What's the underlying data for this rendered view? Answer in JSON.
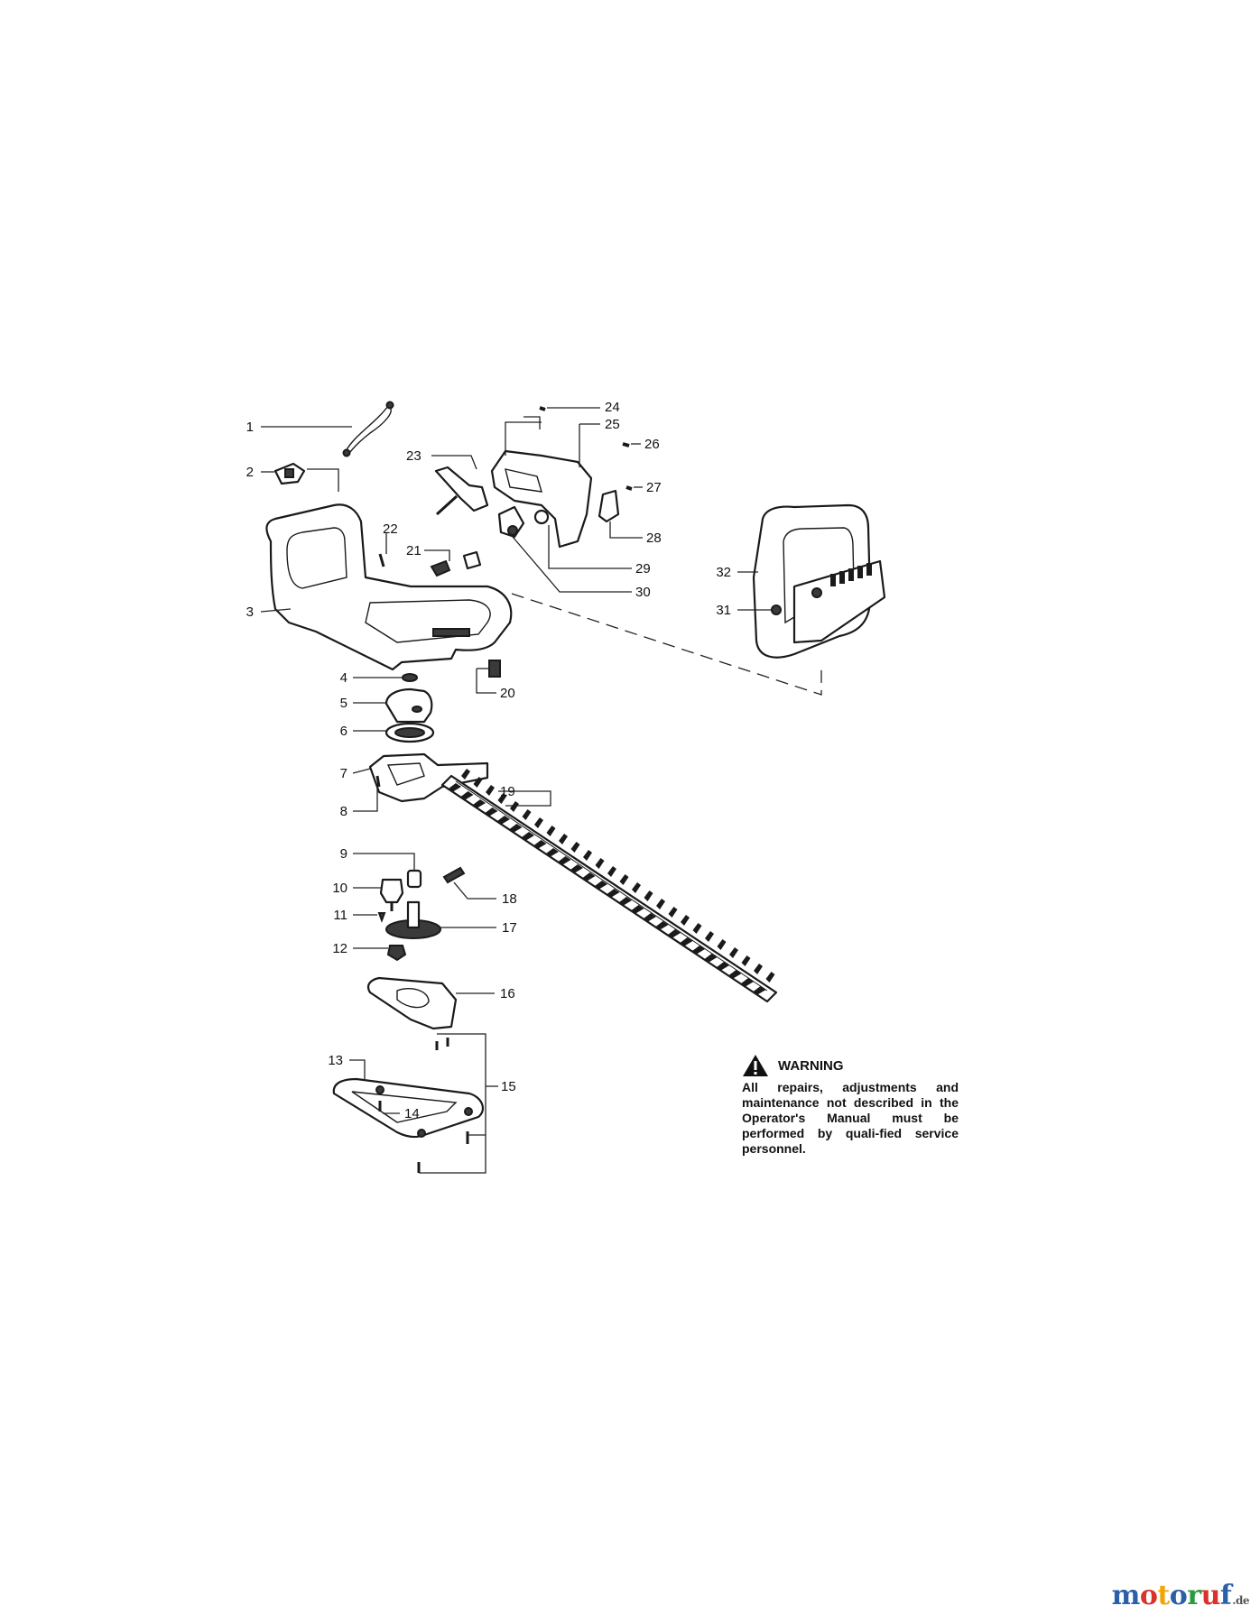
{
  "callouts": [
    {
      "id": "1",
      "label": "1"
    },
    {
      "id": "2",
      "label": "2"
    },
    {
      "id": "3",
      "label": "3"
    },
    {
      "id": "4",
      "label": "4"
    },
    {
      "id": "5",
      "label": "5"
    },
    {
      "id": "6",
      "label": "6"
    },
    {
      "id": "7",
      "label": "7"
    },
    {
      "id": "8",
      "label": "8"
    },
    {
      "id": "9",
      "label": "9"
    },
    {
      "id": "10",
      "label": "10"
    },
    {
      "id": "11",
      "label": "11"
    },
    {
      "id": "12",
      "label": "12"
    },
    {
      "id": "13",
      "label": "13"
    },
    {
      "id": "14",
      "label": "14"
    },
    {
      "id": "15",
      "label": "15"
    },
    {
      "id": "16",
      "label": "16"
    },
    {
      "id": "17",
      "label": "17"
    },
    {
      "id": "18",
      "label": "18"
    },
    {
      "id": "19",
      "label": "19"
    },
    {
      "id": "20",
      "label": "20"
    },
    {
      "id": "21",
      "label": "21"
    },
    {
      "id": "22",
      "label": "22"
    },
    {
      "id": "23",
      "label": "23"
    },
    {
      "id": "24",
      "label": "24"
    },
    {
      "id": "25",
      "label": "25"
    },
    {
      "id": "26",
      "label": "26"
    },
    {
      "id": "27",
      "label": "27"
    },
    {
      "id": "28",
      "label": "28"
    },
    {
      "id": "29",
      "label": "29"
    },
    {
      "id": "30",
      "label": "30"
    },
    {
      "id": "31",
      "label": "31"
    },
    {
      "id": "32",
      "label": "32"
    }
  ],
  "warning": {
    "title": "WARNING",
    "body": "All repairs, adjustments and maintenance not described in the Operator's Manual must be performed by quali-fied service personnel."
  },
  "brand": {
    "letters": [
      "m",
      "o",
      "t",
      "o",
      "r",
      "u",
      "f"
    ],
    "suffix": ".de",
    "colors": [
      "#2b5fa8",
      "#d8322b",
      "#f0a500",
      "#2b5fa8",
      "#2a9a3e",
      "#d8322b",
      "#2b5fa8"
    ]
  }
}
